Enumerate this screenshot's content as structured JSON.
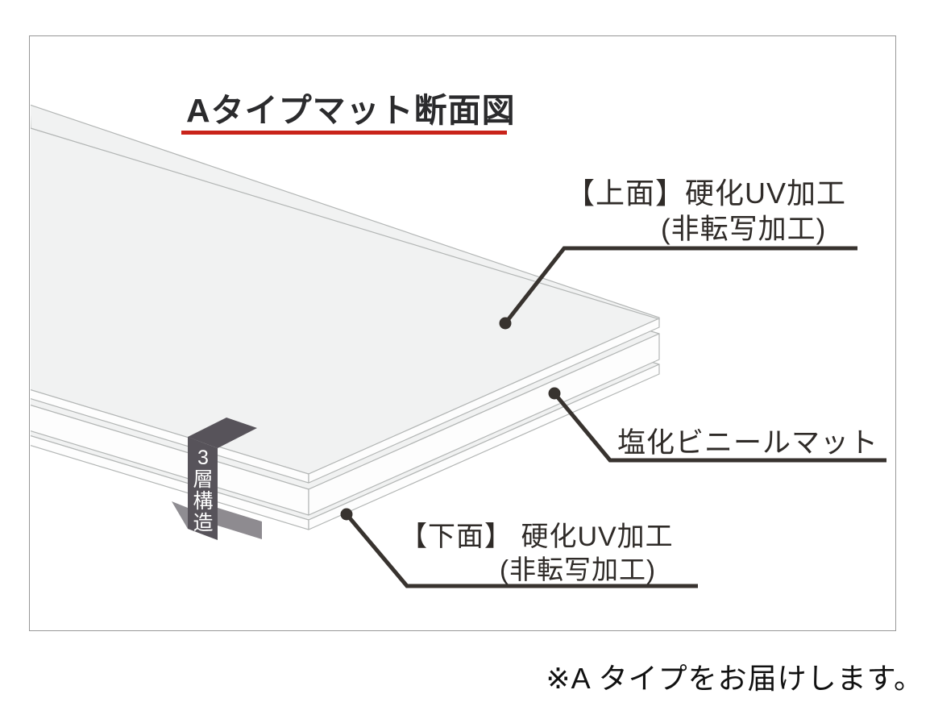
{
  "title": {
    "text": "Aタイプマット断面図"
  },
  "labels": {
    "top_surface": {
      "line1": "【上面】硬化UV加工",
      "line2": "(非転写加工)"
    },
    "middle_layer": {
      "line1": "塩化ビニールマット"
    },
    "bottom_surface": {
      "line1": "【下面】 硬化UV加工",
      "line2": "(非転写加工)"
    }
  },
  "ribbon": {
    "text": "3層構造"
  },
  "note": {
    "text": "※A タイプをお届けします。"
  },
  "colors": {
    "background": "#ffffff",
    "frame_border": "#979797",
    "title_text": "#2b2b2d",
    "label_text": "#2f2b28",
    "underline_red": "#c9231a",
    "note_text": "#111111",
    "mat_top_fill": "#f1f2f2",
    "mat_face_fill": "#fdfdfd",
    "mat_line": "#b3b6b5",
    "ribbon_dark": "#57535a",
    "ribbon_flap": "#8e8b90",
    "ribbon_shadow": "#8f8d92",
    "ribbon_text": "#ffffff",
    "leader_line": "#38332f"
  }
}
